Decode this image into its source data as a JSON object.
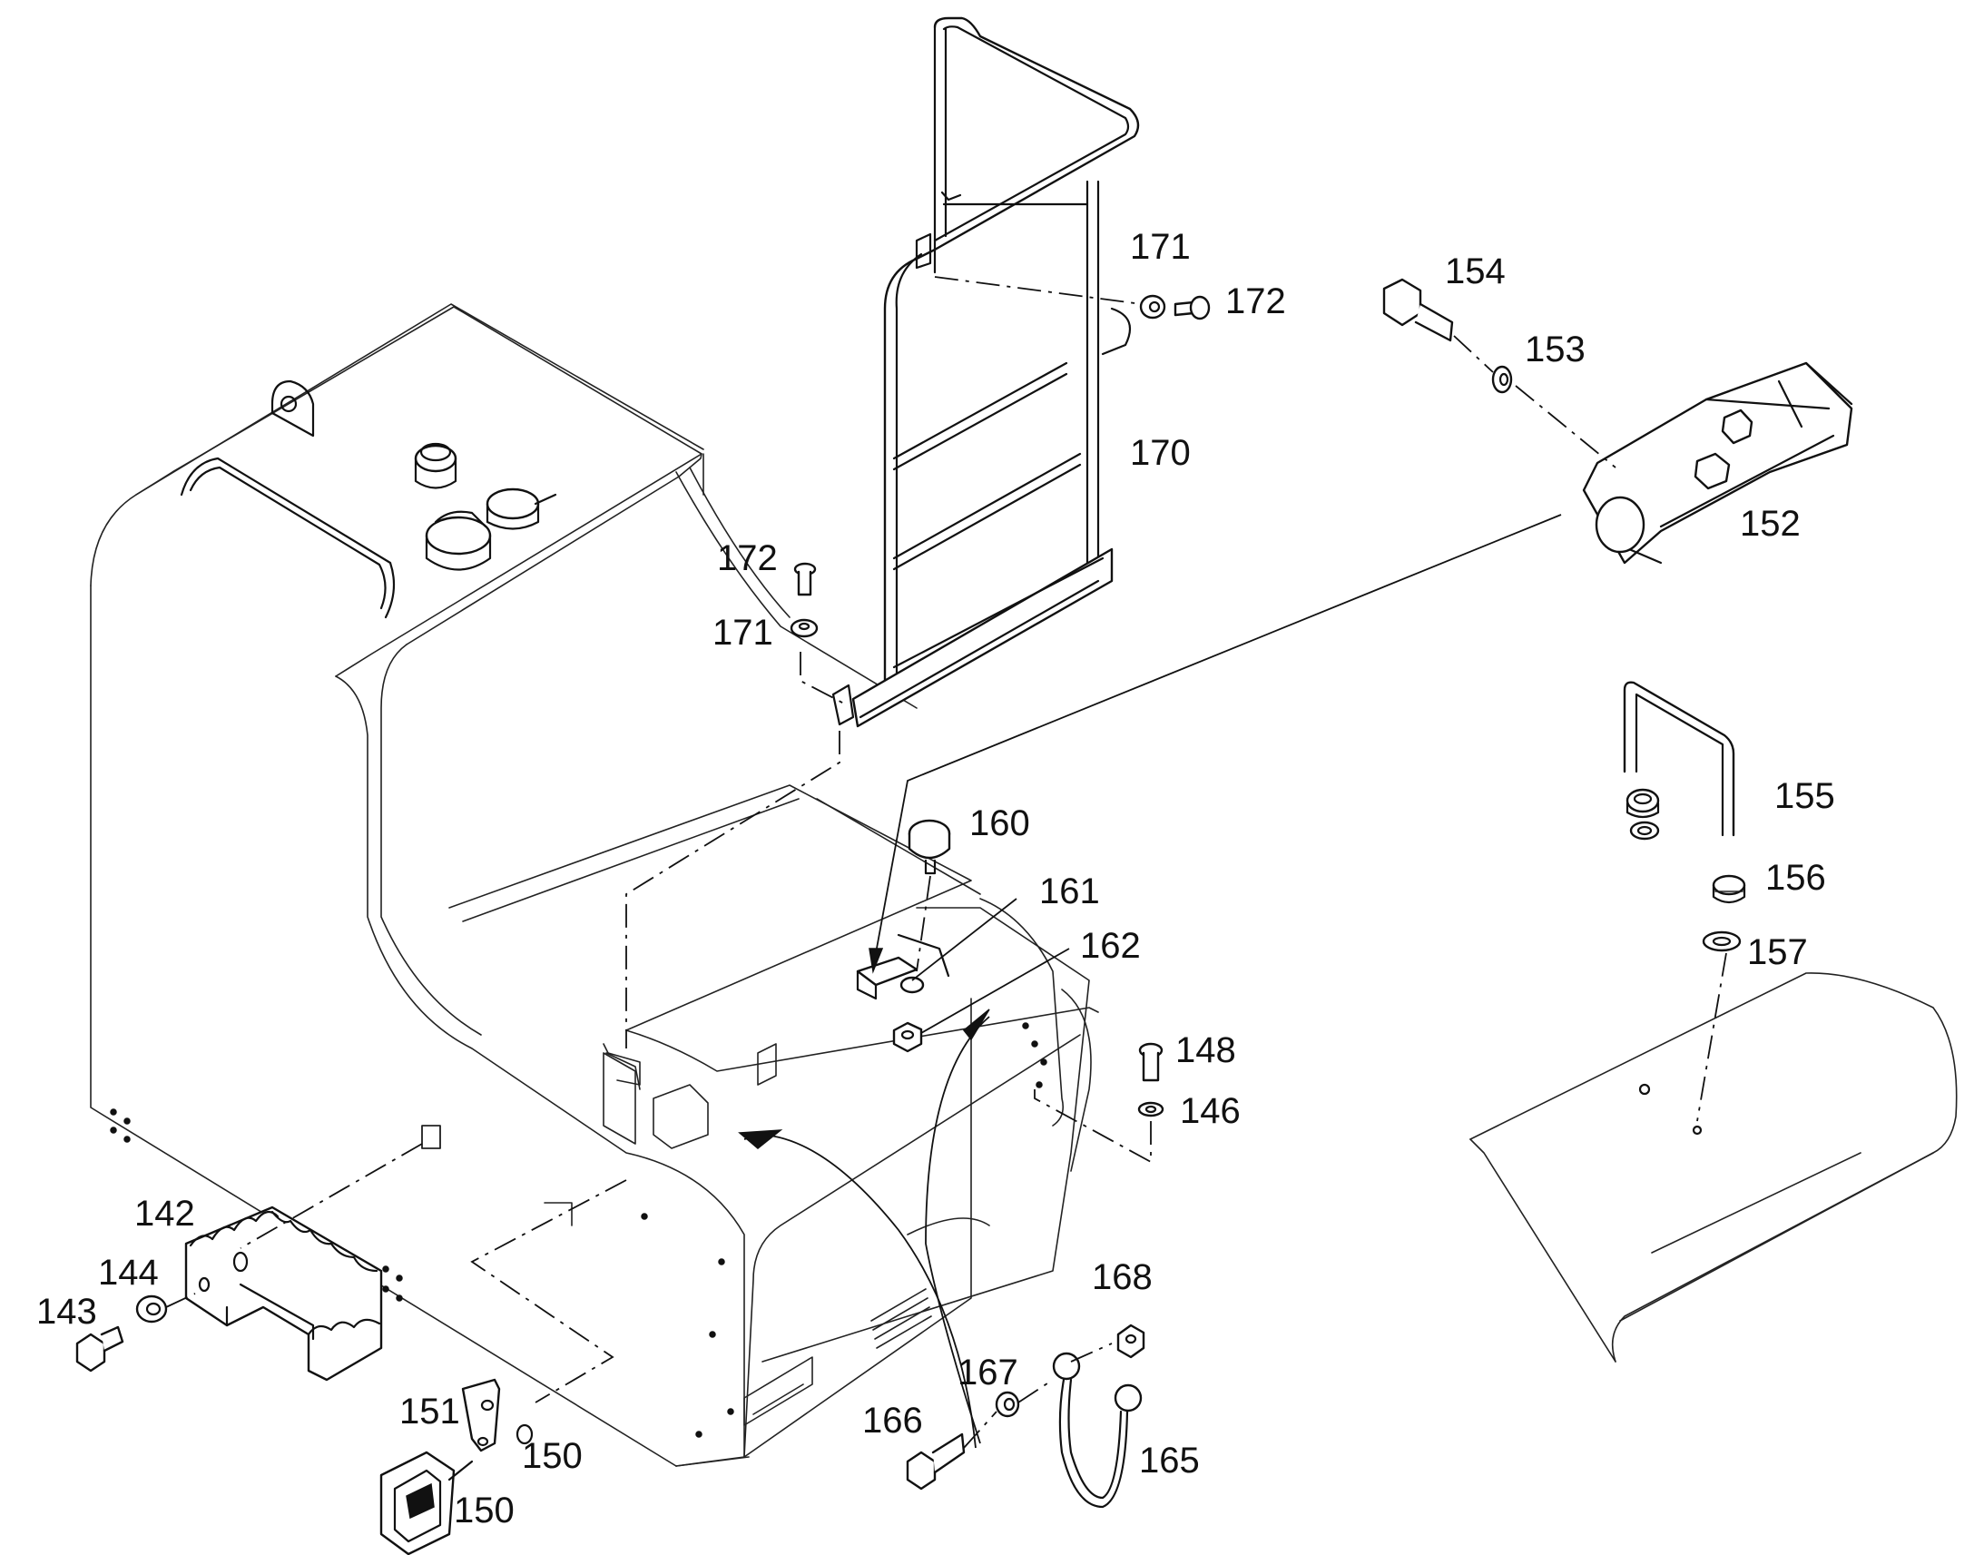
{
  "callouts": [
    {
      "id": "c171a",
      "text": "171"
    },
    {
      "id": "c172a",
      "text": "172"
    },
    {
      "id": "c154",
      "text": "154"
    },
    {
      "id": "c153",
      "text": "153"
    },
    {
      "id": "c170",
      "text": "170"
    },
    {
      "id": "c152",
      "text": "152"
    },
    {
      "id": "c172b",
      "text": "172"
    },
    {
      "id": "c171b",
      "text": "171"
    },
    {
      "id": "c155",
      "text": "155"
    },
    {
      "id": "c160",
      "text": "160"
    },
    {
      "id": "c156",
      "text": "156"
    },
    {
      "id": "c161",
      "text": "161"
    },
    {
      "id": "c157",
      "text": "157"
    },
    {
      "id": "c162",
      "text": "162"
    },
    {
      "id": "c148",
      "text": "148"
    },
    {
      "id": "c146",
      "text": "146"
    },
    {
      "id": "c142",
      "text": "142"
    },
    {
      "id": "c144",
      "text": "144"
    },
    {
      "id": "c143",
      "text": "143"
    },
    {
      "id": "c168",
      "text": "168"
    },
    {
      "id": "c167",
      "text": "167"
    },
    {
      "id": "c151",
      "text": "151"
    },
    {
      "id": "c150a",
      "text": "150"
    },
    {
      "id": "c166",
      "text": "166"
    },
    {
      "id": "c165",
      "text": "165"
    },
    {
      "id": "c150b",
      "text": "150"
    }
  ]
}
